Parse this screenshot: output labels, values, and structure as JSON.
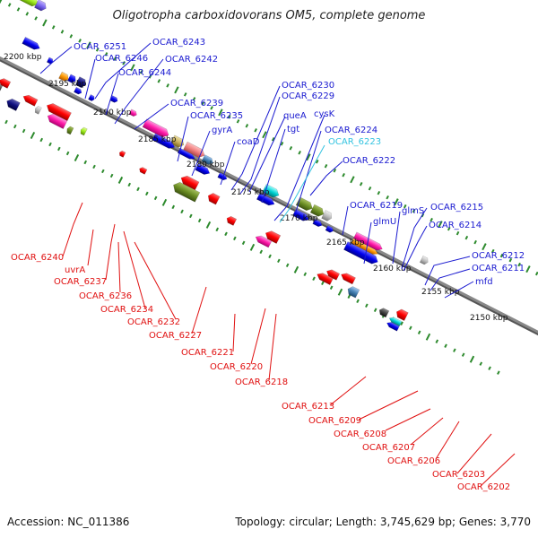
{
  "title": "Oligotropha carboxidovorans OM5, complete genome",
  "footer": {
    "accession": "Accession: NC_011386",
    "stats": "Topology: circular; Length: 3,745,629 bp; Genes: 3,770"
  },
  "colors": {
    "forward_label": "#1a1ad0",
    "reverse_label": "#e01010",
    "highlight_label": "#33c3e0",
    "backbone": "#777777",
    "tick": "#2d8a2d"
  },
  "ruler_labels": [
    "2200 kbp",
    "2195 kbp",
    "2190 kbp",
    "2185 kbp",
    "2180 kbp",
    "2175 kbp",
    "2170 kbp",
    "2165 kbp",
    "2160 kbp",
    "2155 kbp",
    "2150 kbp"
  ],
  "forward_labels": [
    "OCAR_6251",
    "OCAR_6243",
    "OCAR_6246",
    "OCAR_6242",
    "OCAR_6244",
    "OCAR_6239",
    "OCAR_6235",
    "gyrA",
    "coaD",
    "OCAR_6230",
    "OCAR_6229",
    "queA",
    "tgt",
    "cysK",
    "OCAR_6224",
    "OCAR_6223",
    "OCAR_6222",
    "OCAR_6219",
    "glmU",
    "glmS",
    "OCAR_6215",
    "OCAR_6214",
    "OCAR_6212",
    "OCAR_6211",
    "mfd"
  ],
  "reverse_labels": [
    "OCAR_6240",
    "uvrA",
    "OCAR_6237",
    "OCAR_6236",
    "OCAR_6234",
    "OCAR_6232",
    "OCAR_6227",
    "OCAR_6221",
    "OCAR_6220",
    "OCAR_6218",
    "OCAR_6213",
    "OCAR_6209",
    "OCAR_6208",
    "OCAR_6207",
    "OCAR_6206",
    "OCAR_6203",
    "OCAR_6202"
  ]
}
